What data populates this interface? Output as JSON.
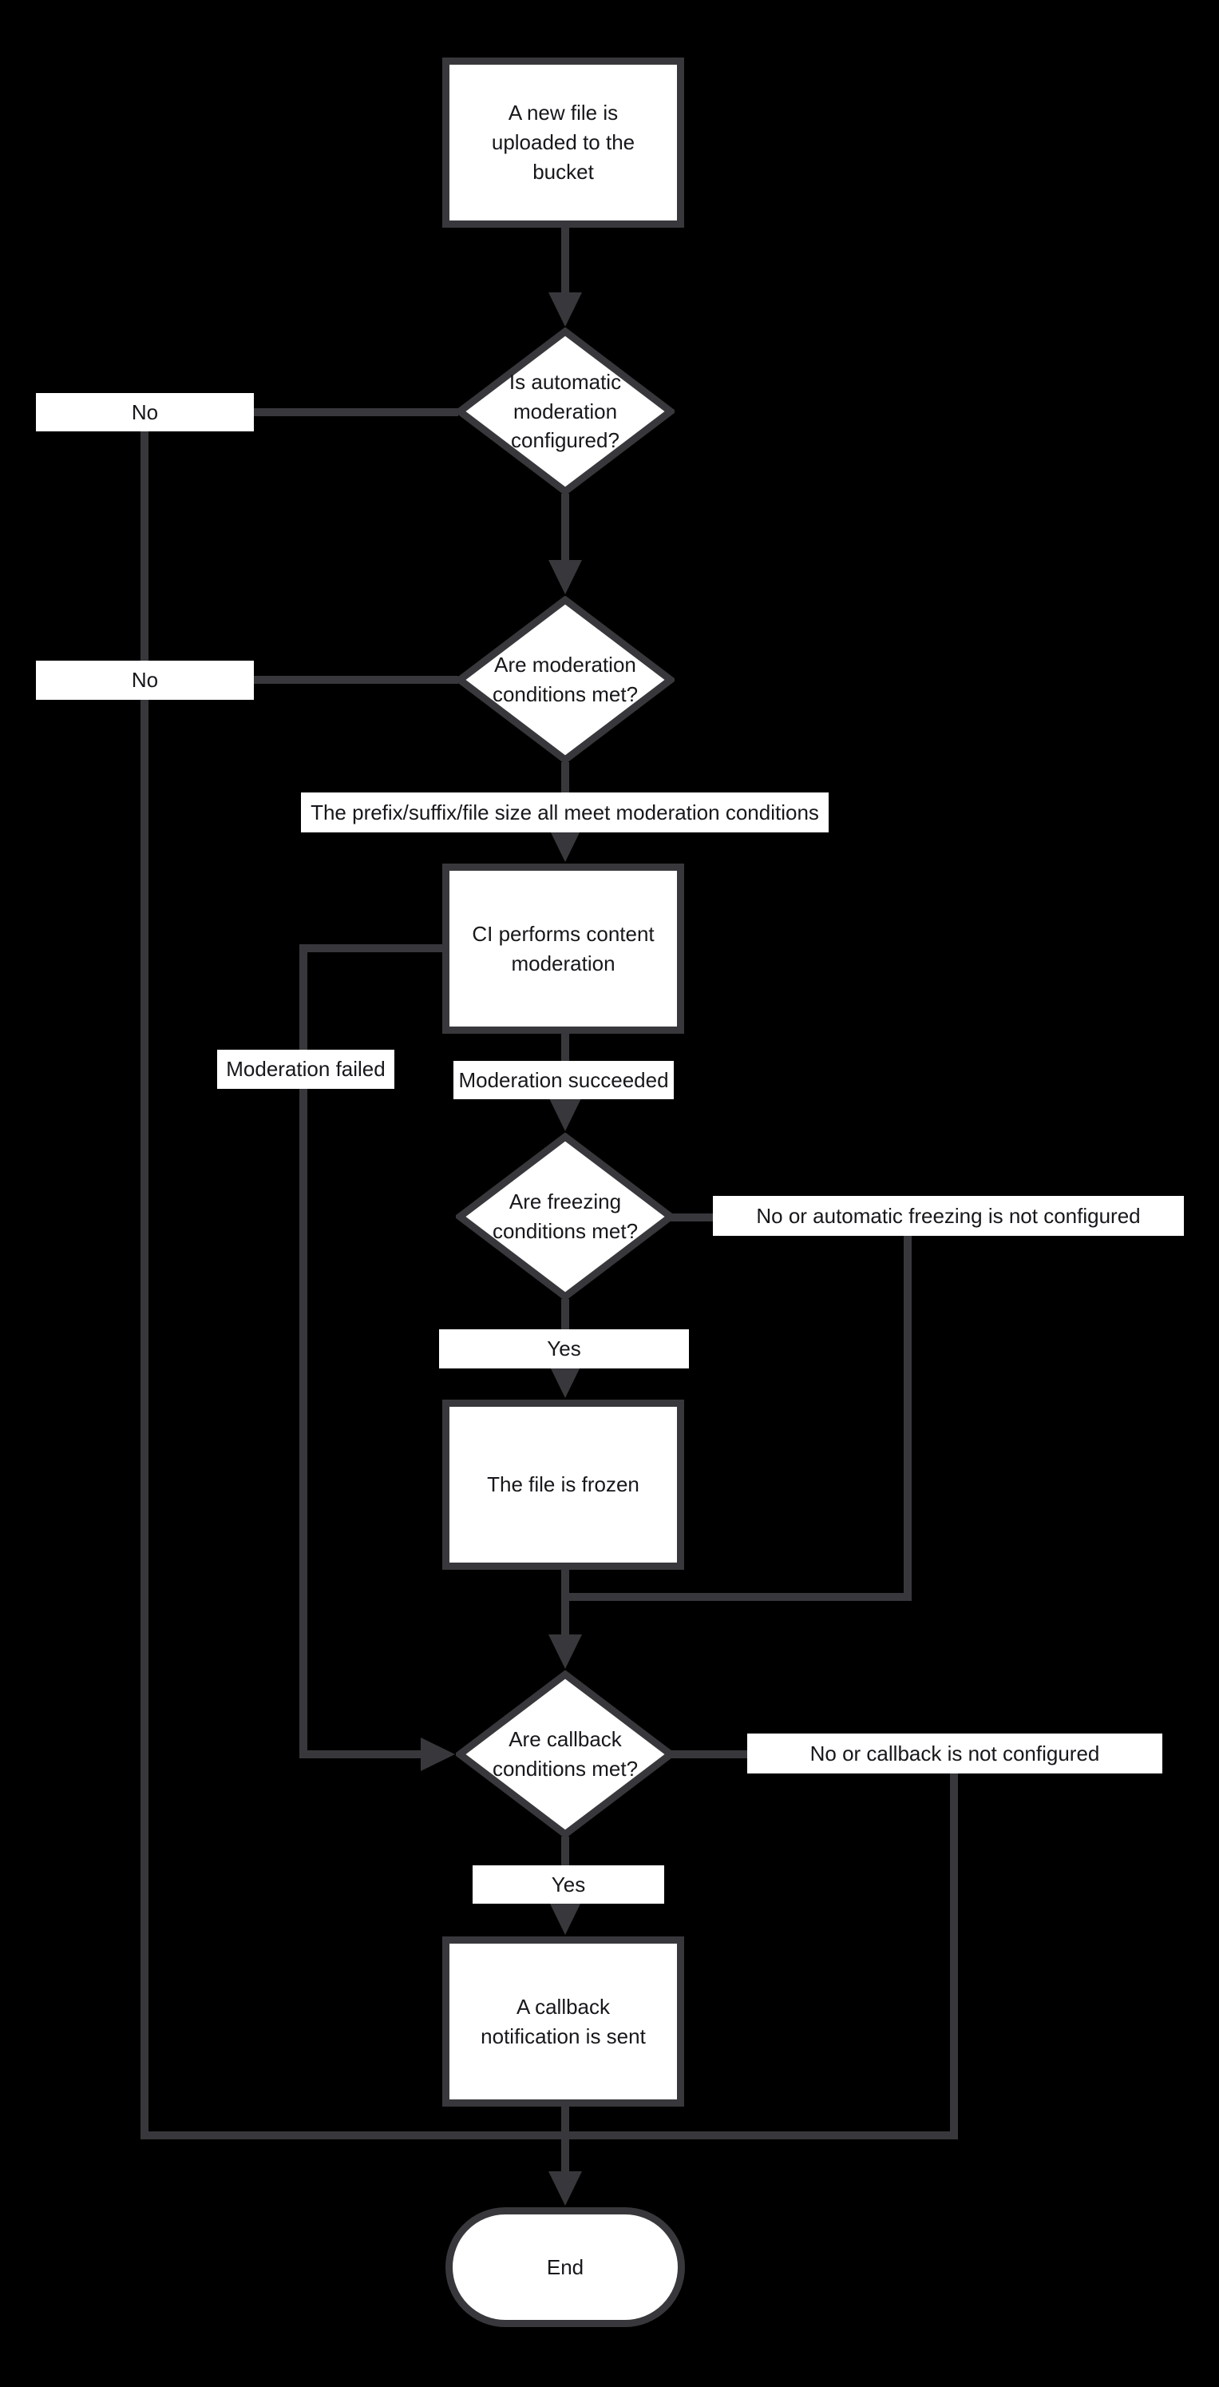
{
  "diagram": {
    "background": "#000000",
    "line_color": "#38383c",
    "node_fill": "#ffffff",
    "text_color": "#17171c",
    "nodes": [
      {
        "id": "start",
        "type": "process",
        "label": "A new file is uploaded to the bucket"
      },
      {
        "id": "auto-moderation",
        "type": "decision",
        "label": "Is automatic moderation configured?"
      },
      {
        "id": "moderation-conditions",
        "type": "decision",
        "label": "Are moderation conditions met?"
      },
      {
        "id": "ci-moderation",
        "type": "process",
        "label": "CI performs content moderation"
      },
      {
        "id": "freezing-conditions",
        "type": "decision",
        "label": "Are freezing conditions met?"
      },
      {
        "id": "file-frozen",
        "type": "process",
        "label": "The file is frozen"
      },
      {
        "id": "callback-conditions",
        "type": "decision",
        "label": "Are callback conditions met?"
      },
      {
        "id": "callback-sent",
        "type": "process",
        "label": "A callback notification is sent"
      },
      {
        "id": "end",
        "type": "terminator",
        "label": "End"
      }
    ],
    "edge_labels": [
      {
        "id": "no-1",
        "text": "No"
      },
      {
        "id": "no-2",
        "text": "No"
      },
      {
        "id": "prefix-conditions",
        "text": "The prefix/suffix/file size all meet moderation conditions"
      },
      {
        "id": "moderation-failed",
        "text": "Moderation failed"
      },
      {
        "id": "moderation-succeeded",
        "text": "Moderation succeeded"
      },
      {
        "id": "freezing-no",
        "text": "No or automatic freezing is not configured"
      },
      {
        "id": "yes-1",
        "text": "Yes"
      },
      {
        "id": "callback-no",
        "text": "No or callback is not configured"
      },
      {
        "id": "yes-2",
        "text": "Yes"
      }
    ]
  }
}
